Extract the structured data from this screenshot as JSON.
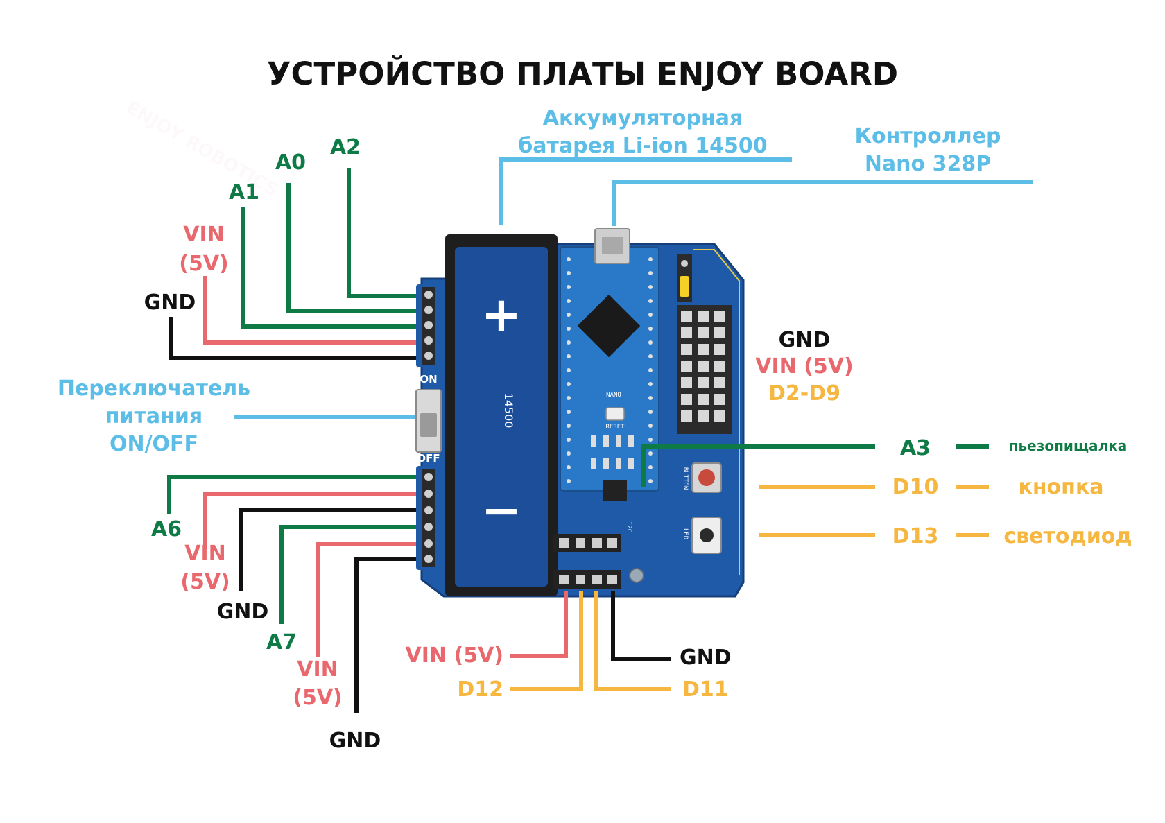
{
  "title": "УСТРОЙСТВО ПЛАТЫ ENJOY BOARD",
  "watermark": "ENJOY ROBOTICS",
  "colors": {
    "analog": "#0e7a45",
    "vin": "#e8686e",
    "gnd": "#111111",
    "info": "#5cbde6",
    "digital": "#f5b740",
    "pcb": "#1f5aa8",
    "battery": "#1d4e9a"
  },
  "labels": {
    "a2": "A2",
    "a0": "A0",
    "a1": "A1",
    "vin_top_1": "VIN",
    "vin_top_2": "(5V)",
    "gnd_top": "GND",
    "battery_1": "Аккумуляторная",
    "battery_2": "батарея Li-ion 14500",
    "controller_1": "Контроллер",
    "controller_2": "Nano 328P",
    "switch_1": "Переключатель",
    "switch_2": "питания",
    "switch_3": "ON/OFF",
    "right_gnd": "GND",
    "right_vin": "VIN (5V)",
    "right_d2d9": "D2-D9",
    "a3": "A3",
    "a3_desc": "пьезопищалка",
    "d10": "D10",
    "d10_desc": "кнопка",
    "d13": "D13",
    "d13_desc": "светодиод",
    "a6": "A6",
    "vin_l1_1": "VIN",
    "vin_l1_2": "(5V)",
    "gnd_l1": "GND",
    "a7": "A7",
    "vin_l2_1": "VIN",
    "vin_l2_2": "(5V)",
    "gnd_l2": "GND",
    "bottom_vin": "VIN (5V)",
    "bottom_d12": "D12",
    "bottom_gnd": "GND",
    "bottom_d11": "D11"
  },
  "board": {
    "battery_plus": "+",
    "battery_minus": "−",
    "battery_model": "14500",
    "switch_on": "ON",
    "switch_off": "OFF",
    "nano": "NANO",
    "reset": "RESET",
    "i2c": "I2C",
    "button": "BUTTON",
    "led": "LED"
  }
}
